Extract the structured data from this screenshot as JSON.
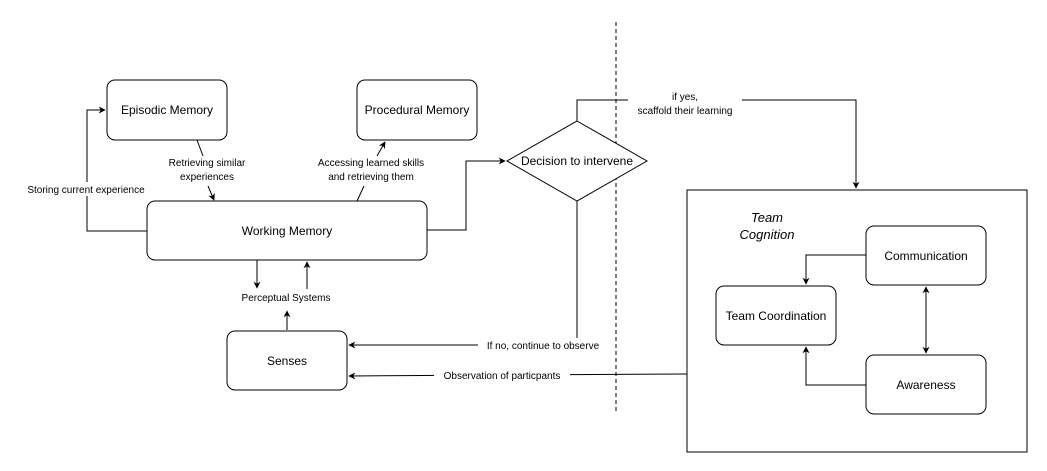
{
  "nodes": {
    "episodic_memory": "Episodic Memory",
    "procedural_memory": "Procedural Memory",
    "working_memory": "Working Memory",
    "senses": "Senses",
    "decision": "Decision to intervene",
    "team_cognition_line1": "Team",
    "team_cognition_line2": "Cognition",
    "communication": "Communication",
    "team_coordination": "Team Coordination",
    "awareness": "Awareness"
  },
  "edge_labels": {
    "storing_current_experience": "Storing current experience",
    "retrieving_line1": "Retrieving similar",
    "retrieving_line2": "experiences",
    "accessing_line1": "Accessing learned skills",
    "accessing_line2": "and retrieving them",
    "perceptual_systems": "Perceptual Systems",
    "if_yes_line1": "if yes,",
    "if_yes_line2": "scaffold their learning",
    "if_no": "If no, continue to observe",
    "observation": "Observation of particpants"
  }
}
